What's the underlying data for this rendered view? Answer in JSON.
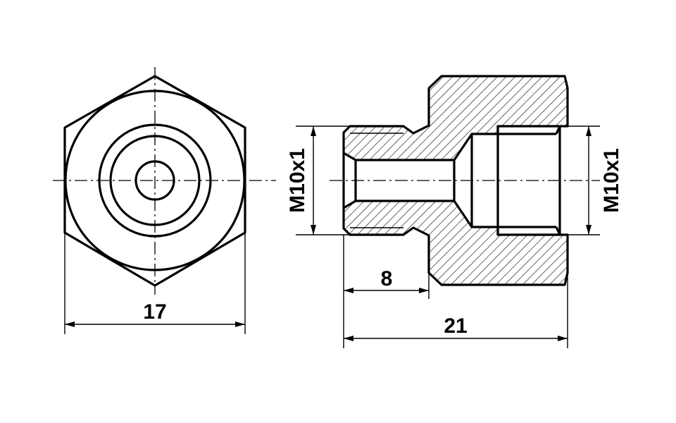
{
  "drawing": {
    "front_view": {
      "dimension_width": "17"
    },
    "section_view": {
      "thread_left": "M10x1",
      "thread_right": "M10x1",
      "dimension_spigot_length": "8",
      "dimension_total_length": "21"
    },
    "colors": {
      "line": "#000000",
      "background": "#ffffff"
    }
  }
}
